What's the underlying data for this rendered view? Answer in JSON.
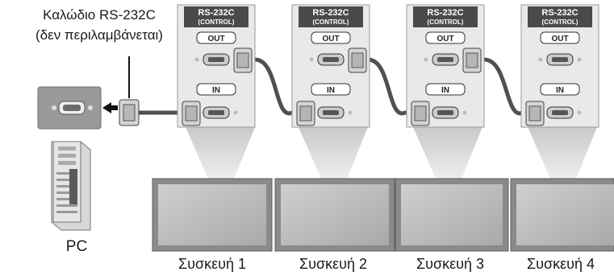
{
  "cable": {
    "title": "Καλώδιο RS-232C",
    "subtitle": "(δεν περιλαμβάνεται)"
  },
  "pc": {
    "label": "PC"
  },
  "panel": {
    "header_main": "RS-232C",
    "header_sub": "(CONTROL)",
    "out_label": "OUT",
    "in_label": "IN"
  },
  "devices": [
    {
      "label": "Συσκευή 1"
    },
    {
      "label": "Συσκευή 2"
    },
    {
      "label": "Συσκευή 3"
    },
    {
      "label": "Συσκευή 4"
    }
  ],
  "colors": {
    "panel_fill": "#e9e9e9",
    "panel_header": "#4a4a4a",
    "cable": "#505050",
    "screen_bezel": "#8a8a8a",
    "screen_glass": "#bdbdbd"
  }
}
